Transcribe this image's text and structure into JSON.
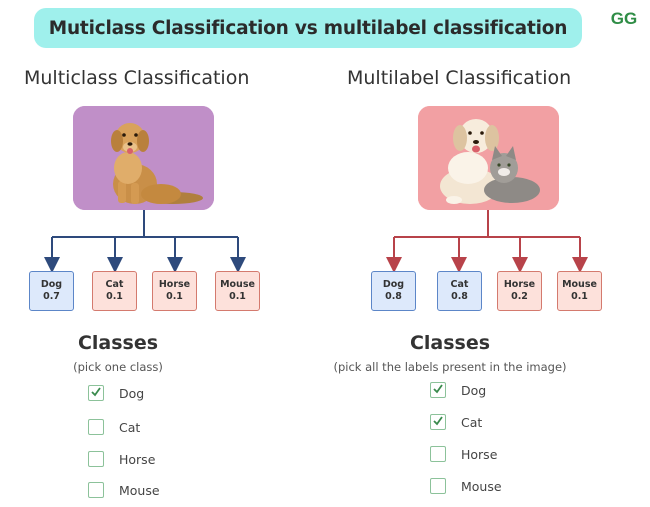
{
  "header": {
    "title": "Muticlass Classification vs multilabel classification",
    "logo_text": "GG",
    "banner_color": "#9ff0ec",
    "logo_color": "#2f8d46"
  },
  "multiclass": {
    "title": "Multiclass Classification",
    "photo_color": "#c08fc8",
    "line_color": "#2e4a7c",
    "boxes": [
      {
        "label": "Dog",
        "value": "0.7"
      },
      {
        "label": "Cat",
        "value": "0.1"
      },
      {
        "label": "Horse",
        "value": "0.1"
      },
      {
        "label": "Mouse",
        "value": "0.1"
      }
    ],
    "classes_title": "Classes",
    "classes_subtitle": "(pick one class)",
    "options": [
      {
        "label": "Dog",
        "checked": true
      },
      {
        "label": "Cat",
        "checked": false
      },
      {
        "label": "Horse",
        "checked": false
      },
      {
        "label": "Mouse",
        "checked": false
      }
    ]
  },
  "multilabel": {
    "title": "Multilabel Classification",
    "photo_color": "#f2a0a3",
    "line_color": "#b8434a",
    "boxes": [
      {
        "label": "Dog",
        "value": "0.8"
      },
      {
        "label": "Cat",
        "value": "0.8"
      },
      {
        "label": "Horse",
        "value": "0.2"
      },
      {
        "label": "Mouse",
        "value": "0.1"
      }
    ],
    "classes_title": "Classes",
    "classes_subtitle": "(pick all the labels present in the image)",
    "options": [
      {
        "label": "Dog",
        "checked": true
      },
      {
        "label": "Cat",
        "checked": true
      },
      {
        "label": "Horse",
        "checked": false
      },
      {
        "label": "Mouse",
        "checked": false
      }
    ]
  }
}
